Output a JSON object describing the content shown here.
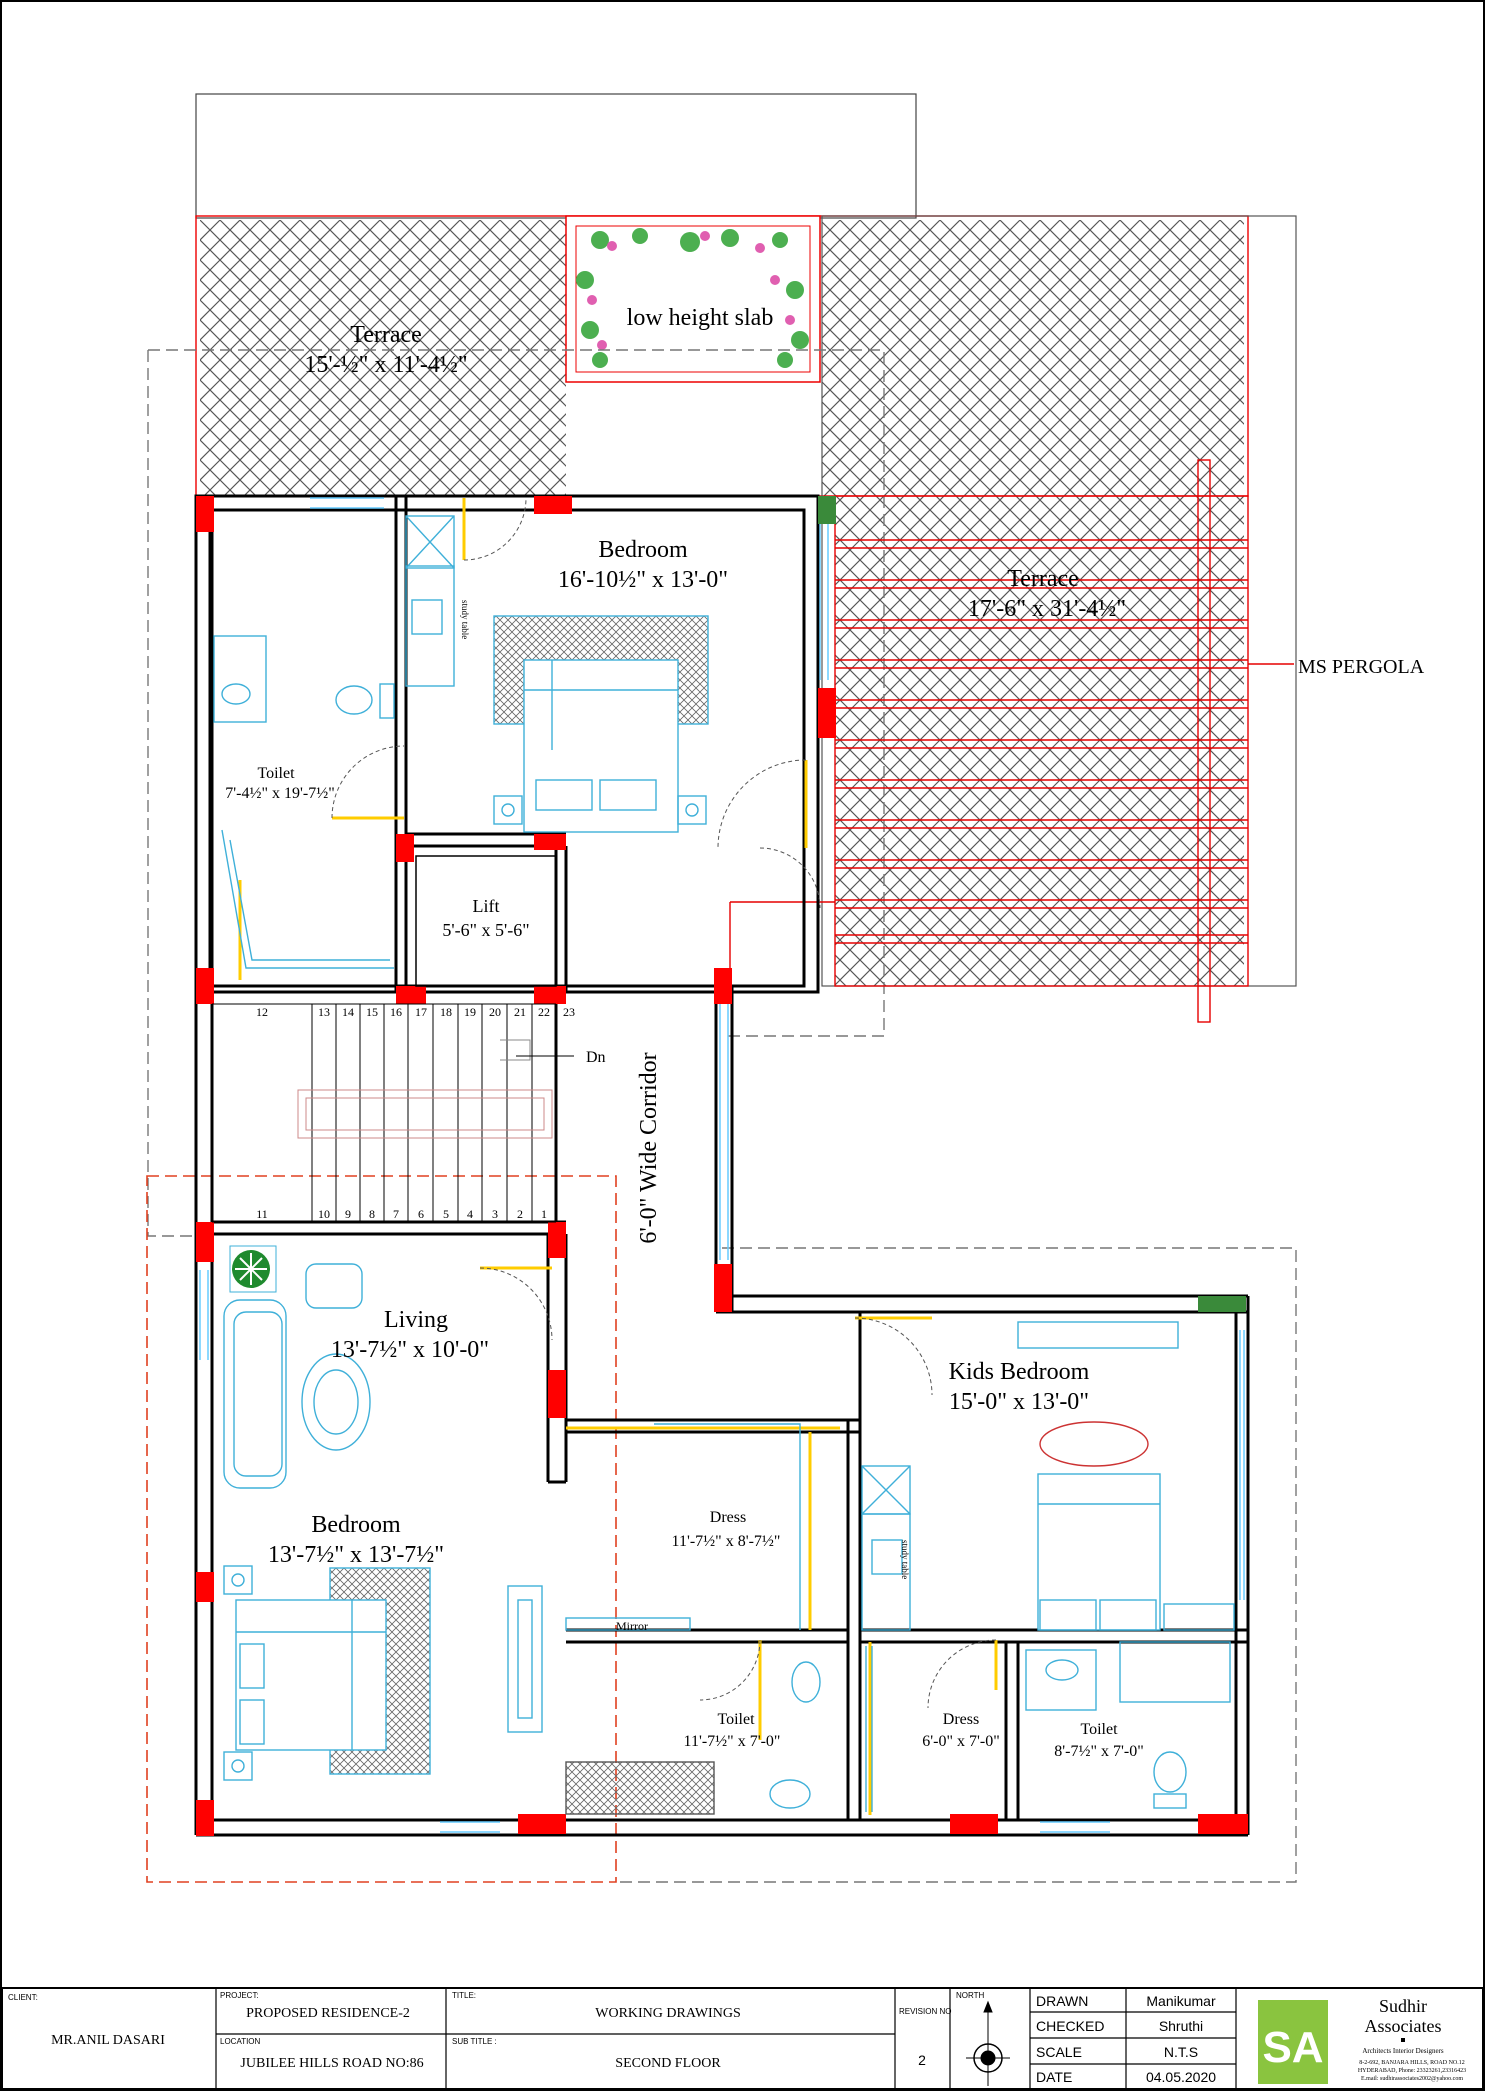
{
  "colors": {
    "wall": "#000000",
    "column": "#ff0000",
    "window": "#66ccff",
    "door": "#ffcc00",
    "furniture": "#3fb0d9",
    "pergola": "#e60000",
    "dashed": "#777777",
    "green_col": "#3a8a3a"
  },
  "rooms": {
    "terrace_top": {
      "name": "Terrace",
      "size": "15'-½\" x 11'-4½\""
    },
    "low_slab": {
      "name": "low height slab"
    },
    "bedroom_top": {
      "name": "Bedroom",
      "size": "16'-10½\" x 13'-0\""
    },
    "terrace_right": {
      "name": "Terrace",
      "size": "17'-6\" x 31'-4½\""
    },
    "ms_pergola": {
      "name": "MS PERGOLA"
    },
    "toilet_top": {
      "name": "Toilet",
      "size": "7'-4½\" x 19'-7½\""
    },
    "lift": {
      "name": "Lift",
      "size": "5'-6\" x 5'-6\""
    },
    "corridor": {
      "name": "6'-0\" Wide Corridor"
    },
    "dn": {
      "name": "Dn"
    },
    "living": {
      "name": "Living",
      "size": "13'-7½\" x 10'-0\""
    },
    "kids_bedroom": {
      "name": "Kids Bedroom",
      "size": "15'-0\" x 13'-0\""
    },
    "bedroom_bottom": {
      "name": "Bedroom",
      "size": "13'-7½\" x 13'-7½\""
    },
    "dress_mid": {
      "name": "Dress",
      "size": "11'-7½\" x 8'-7½\""
    },
    "mirror": {
      "name": "Mirror"
    },
    "toilet_mid": {
      "name": "Toilet",
      "size": "11'-7½\" x 7'-0\""
    },
    "dress_right": {
      "name": "Dress",
      "size": "6'-0\" x 7'-0\""
    },
    "toilet_right": {
      "name": "Toilet",
      "size": "8'-7½\" x 7'-0\""
    },
    "study_table": {
      "name": "study table"
    }
  },
  "stairs": {
    "upper": [
      "12",
      "13",
      "14",
      "15",
      "16",
      "17",
      "18",
      "19",
      "20",
      "21",
      "22",
      "23"
    ],
    "lower": [
      "11",
      "10",
      "9",
      "8",
      "7",
      "6",
      "5",
      "4",
      "3",
      "2",
      "1"
    ]
  },
  "title_block": {
    "client_label": "CLIENT:",
    "client": "MR.ANIL DASARI",
    "project_label": "PROJECT:",
    "project": "PROPOSED RESIDENCE-2",
    "location_label": "LOCATION",
    "location": "JUBILEE HILLS ROAD NO:86",
    "title_label": "TITLE:",
    "title": "WORKING DRAWINGS",
    "subtitle_label": "SUB TITLE :",
    "subtitle": "SECOND FLOOR",
    "revision_label": "REVISION NO",
    "revision": "2",
    "north_label": "NORTH",
    "drawn_label": "DRAWN",
    "drawn": "Manikumar",
    "checked_label": "CHECKED",
    "checked": "Shruthi",
    "scale_label": "SCALE",
    "scale": "N.T.S",
    "date_label": "DATE",
    "date": "04.05.2020",
    "firm_name_1": "Sudhir",
    "firm_name_2": "Associates",
    "firm_tagline": "Architects  Interior Designers",
    "firm_address_1": "8-2-692, BANJARA HILLS, ROAD NO.12",
    "firm_address_2": "HYDERABAD, Phone: 23323261,23316423",
    "firm_email": "E.mail: sudhirassociates2002@yahoo.com",
    "logo_letters": "SA"
  }
}
